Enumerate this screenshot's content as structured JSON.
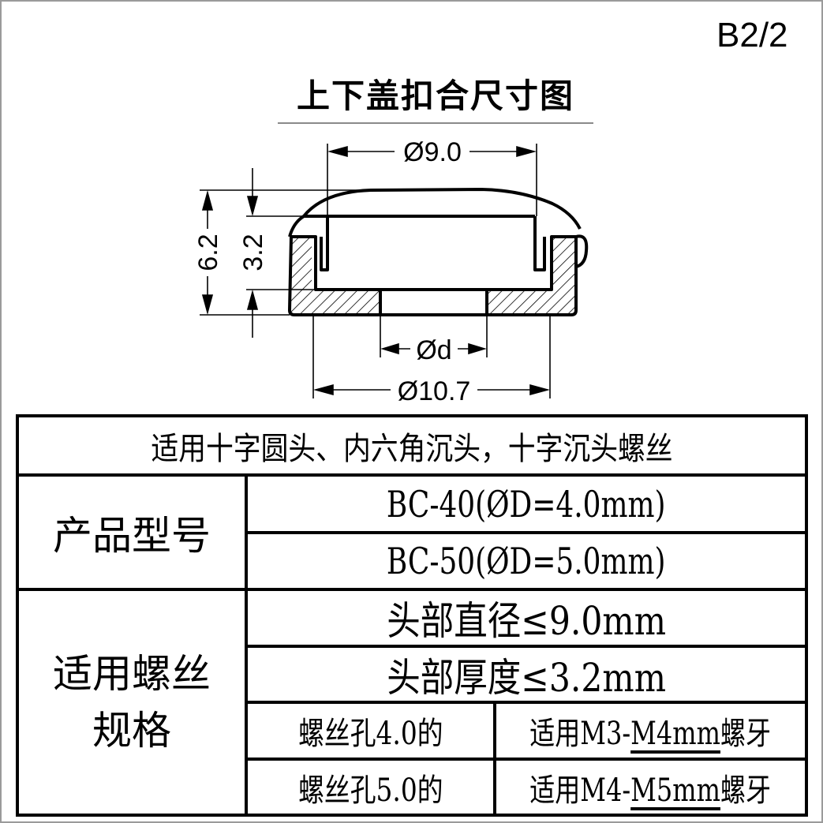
{
  "sheet_id": "B2/2",
  "title": "上下盖扣合尺寸图",
  "drawing": {
    "dimensions": {
      "head_diameter": "Ø9.0",
      "hole_diameter": "Ød",
      "outer_diameter": "Ø10.7",
      "total_height": "6.2",
      "head_height": "3.2"
    }
  },
  "table": {
    "header": "适用十字圆头、内六角沉头，十字沉头螺丝",
    "product_model": {
      "label": "产品型号",
      "values": [
        "BC-40(ØD=4.0mm)",
        "BC-50(ØD=5.0mm)"
      ]
    },
    "screw_spec": {
      "label_line1": "适用螺丝",
      "label_line2": "规格",
      "head_diameter": "头部直径≤9.0mm",
      "head_thickness": "头部厚度≤3.2mm",
      "rows": [
        {
          "hole": "螺丝孔4.0的",
          "fit_prefix": "适用M3-",
          "fit_underlined": "M4mm",
          "fit_suffix": "螺牙"
        },
        {
          "hole": "螺丝孔5.0的",
          "fit_prefix": "适用M4-",
          "fit_underlined": "M5mm",
          "fit_suffix": "螺牙"
        }
      ]
    }
  }
}
